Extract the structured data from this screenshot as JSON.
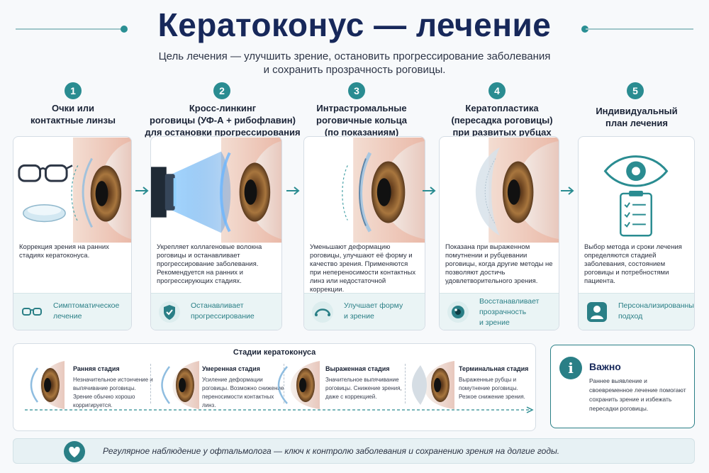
{
  "title": "Кератоконус — лечение",
  "subtitle_line1": "Цель лечения — улучшить зрение, остановить прогрессирование заболевания",
  "subtitle_line2": "и сохранить прозрачность роговицы.",
  "colors": {
    "accent": "#2a8c91",
    "title": "#17285a",
    "panel_bg": "#eaf4f5"
  },
  "steps": [
    {
      "num": "1",
      "title": [
        "Очки или",
        "контактные линзы"
      ],
      "text": "Коррекция зрения на ранних стадиях кератоконуса.",
      "footer": [
        "Симптоматическое",
        "лечение"
      ],
      "icon": "glasses-icon"
    },
    {
      "num": "2",
      "title": [
        "Кросс-линкинг",
        "роговицы (УФ-А + рибофлавин)",
        "для остановки прогрессирования"
      ],
      "text": "Укрепляет коллагеновые волокна роговицы и останавливает прогрессирование заболевания. Рекомендуется на ранних и прогрессирующих стадиях.",
      "footer": [
        "Останавливает",
        "прогрессирование"
      ],
      "icon": "shield-icon"
    },
    {
      "num": "3",
      "title": [
        "Интрастромальные",
        "роговичные кольца",
        "(по показаниям)"
      ],
      "text": "Уменьшают деформацию роговицы, улучшают её форму и качество зрения. Применяются при непереносимости контактных линз или недостаточной коррекции.",
      "footer": [
        "Улучшает форму",
        "и зрение"
      ],
      "icon": "ring-icon"
    },
    {
      "num": "4",
      "title": [
        "Кератопластика",
        "(пересадка роговицы)",
        "при развитых рубцах"
      ],
      "text": "Показана при выраженном помутнении и рубцевании роговицы, когда другие методы не позволяют достичь удовлетворительного зрения.",
      "footer": [
        "Восстанавливает",
        "прозрачность",
        "и зрение"
      ],
      "icon": "cornea-icon"
    },
    {
      "num": "5",
      "title": [
        "Индивидуальный",
        "план лечения"
      ],
      "text": "Выбор метода и сроки лечения определяются стадией заболевания, состоянием роговицы и потребностями пациента.",
      "footer": [
        "Персонализированный",
        "подход"
      ],
      "icon": "person-icon"
    }
  ],
  "stages": {
    "title": "Стадии кератоконуса",
    "items": [
      {
        "name": "Ранняя стадия",
        "desc": "Незначительное истончение и выпячивание роговицы. Зрение обычно хорошо корригируется."
      },
      {
        "name": "Умеренная стадия",
        "desc": "Усиление деформации роговицы. Возможно снижение переносимости контактных линз."
      },
      {
        "name": "Выраженная стадия",
        "desc": "Значительное выпячивание роговицы. Снижение зрения, даже с коррекцией."
      },
      {
        "name": "Терминальная стадия",
        "desc": "Выраженные рубцы и помутнение роговицы. Резкое снижение зрения."
      }
    ]
  },
  "important": {
    "icon": "info-icon",
    "glyph": "i",
    "title": "Важно",
    "text": "Раннее выявление и своевременное лечение помогают сохранить зрение и избежать пересадки роговицы."
  },
  "bottom": {
    "icon": "heart-icon",
    "text": "Регулярное наблюдение у офтальмолога — ключ к контролю заболевания и сохранению зрения на долгие годы."
  }
}
